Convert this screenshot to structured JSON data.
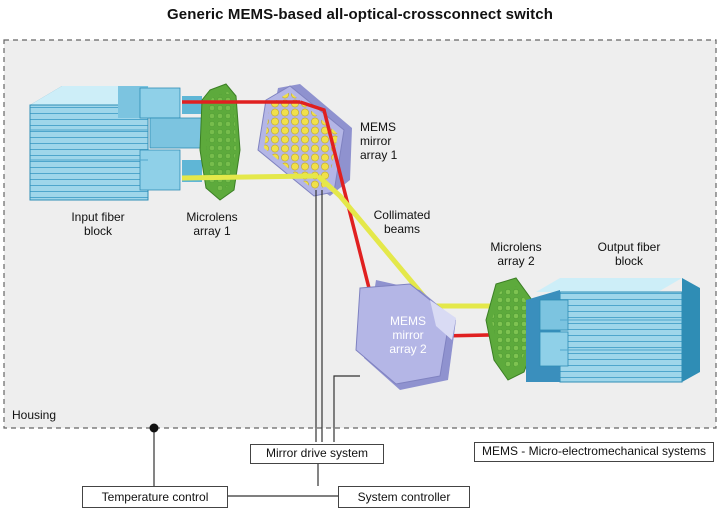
{
  "title": "Generic MEMS-based all-optical-crossconnect switch",
  "labels": {
    "input_fiber_line1": "Input fiber",
    "input_fiber_line2": "block",
    "microlens1_line1": "Microlens",
    "microlens1_line2": "array 1",
    "mems1_line1": "MEMS",
    "mems1_line2": "mirror",
    "mems1_line3": "array 1",
    "collimated_line1": "Collimated",
    "collimated_line2": "beams",
    "microlens2_line1": "Microlens",
    "microlens2_line2": "array 2",
    "output_fiber_line1": "Output fiber",
    "output_fiber_line2": "block",
    "mems2_line1": "MEMS",
    "mems2_line2": "mirror",
    "mems2_line3": "array 2",
    "housing": "Housing"
  },
  "boxes": {
    "mirror_drive": "Mirror drive system",
    "mems_note": "MEMS - Micro-electromechanical systems",
    "temperature": "Temperature control",
    "system_controller": "System controller"
  },
  "colors": {
    "fiber_light": "#a9dcec",
    "fiber_mid": "#5fb6d6",
    "fiber_dark": "#2f8db5",
    "lens": "#5daa3c",
    "mirror": "#b4b6e6",
    "dots": "#f0e04a",
    "beam_red": "#e02020",
    "beam_yellow": "#e4e84a",
    "housing_fill": "#eeeeee"
  }
}
